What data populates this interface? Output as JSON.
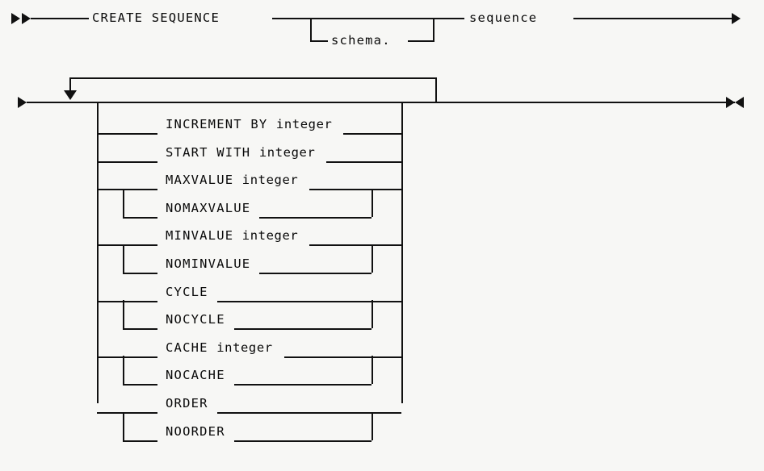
{
  "diagram": {
    "title": "CREATE SEQUENCE",
    "type": "railroad-syntax-diagram",
    "colors": {
      "background": "#f7f7f5",
      "line": "#111111",
      "text": "#0a0a0a"
    },
    "header_row": {
      "entry_marker": "double-arrow-right",
      "keyword": "CREATE SEQUENCE",
      "optional_branch": "schema.",
      "operand": "sequence",
      "exit_marker": "arrow-right"
    },
    "options_row": {
      "entry_marker": "arrow-right",
      "loop_marker": "arrow-down",
      "exit_marker": "bowtie-terminator"
    },
    "options": [
      {
        "id": "increment-by",
        "label": "INCREMENT BY",
        "operand": "integer",
        "group": "increment",
        "sub": false
      },
      {
        "id": "start-with",
        "label": "START WITH",
        "operand": "integer",
        "group": "start",
        "sub": false
      },
      {
        "id": "maxvalue",
        "label": "MAXVALUE",
        "operand": "integer",
        "group": "maxvalue",
        "sub": false
      },
      {
        "id": "nomaxvalue",
        "label": "NOMAXVALUE",
        "operand": "",
        "group": "maxvalue",
        "sub": true
      },
      {
        "id": "minvalue",
        "label": "MINVALUE",
        "operand": "integer",
        "group": "minvalue",
        "sub": false
      },
      {
        "id": "nominvalue",
        "label": "NOMINVALUE",
        "operand": "",
        "group": "minvalue",
        "sub": true
      },
      {
        "id": "cycle",
        "label": "CYCLE",
        "operand": "",
        "group": "cycle",
        "sub": false
      },
      {
        "id": "nocycle",
        "label": "NOCYCLE",
        "operand": "",
        "group": "cycle",
        "sub": true
      },
      {
        "id": "cache",
        "label": "CACHE",
        "operand": "integer",
        "group": "cache",
        "sub": false
      },
      {
        "id": "nocache",
        "label": "NOCACHE",
        "operand": "",
        "group": "cache",
        "sub": true
      },
      {
        "id": "order",
        "label": "ORDER",
        "operand": "",
        "group": "order",
        "sub": false
      },
      {
        "id": "noorder",
        "label": "NOORDER",
        "operand": "",
        "group": "order",
        "sub": true
      }
    ]
  }
}
